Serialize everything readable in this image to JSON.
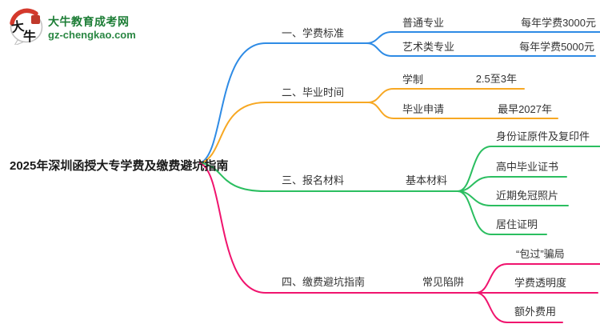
{
  "logo": {
    "icon_char1": "大",
    "icon_char2": "牛",
    "title": "大牛教育成考网",
    "domain": "gz-chengkao.com",
    "brand_green": "#1c7d35",
    "seal_red": "#c0392b"
  },
  "mindmap": {
    "root": "2025年深圳函授大专学费及缴费避坑指南",
    "branches": [
      {
        "label": "一、学费标准",
        "color": "#2E8BE5",
        "children": [
          {
            "label": "普通专业",
            "value": "每年学费3000元"
          },
          {
            "label": "艺术类专业",
            "value": "每年学费5000元"
          }
        ]
      },
      {
        "label": "二、毕业时间",
        "color": "#F7A823",
        "children": [
          {
            "label": "学制",
            "value": "2.5至3年"
          },
          {
            "label": "毕业申请",
            "value": "最早2027年"
          }
        ]
      },
      {
        "label": "三、报名材料",
        "color": "#2BBE60",
        "group": "基本材料",
        "children": [
          {
            "label": "身份证原件及复印件"
          },
          {
            "label": "高中毕业证书"
          },
          {
            "label": "近期免冠照片"
          },
          {
            "label": "居住证明"
          }
        ]
      },
      {
        "label": "四、缴费避坑指南",
        "color": "#F0146E",
        "group": "常见陷阱",
        "children": [
          {
            "label": "“包过”骗局"
          },
          {
            "label": "学费透明度"
          },
          {
            "label": "额外费用"
          }
        ]
      }
    ]
  }
}
